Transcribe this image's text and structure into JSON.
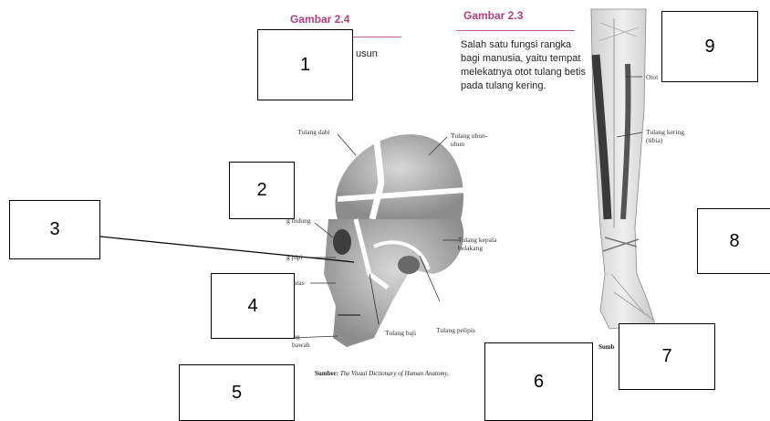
{
  "figure_left": {
    "title": "Gambar 2.4",
    "caption_fragment": "usun",
    "source_label": "Sumber:",
    "source_text": "The Visual Dictionary of Human Anatomy,",
    "labels": {
      "dahi": "Tulang dahi",
      "ubun1": "Tulang ubun-",
      "ubun2": "ubun",
      "hidung": "g hidung",
      "pipi": "g pipi",
      "atas": "atas",
      "bawah1": "ulang",
      "bawah2": "bawah",
      "baji": "Tulang baji",
      "pelipis": "Tulang pelipis",
      "belakang1": "Tulang kepala",
      "belakang2": "belakang"
    }
  },
  "figure_right": {
    "title": "Gambar 2.3",
    "caption": [
      "Salah satu fungsi rangka",
      "bagi manusia, yaitu tempat",
      "melekatnya otot tulang betis",
      "pada tulang kering."
    ],
    "labels": {
      "otot": "Otot",
      "kering1": "Tulang kering",
      "kering2": "(tibia)"
    },
    "source_fragment": "Sumb"
  },
  "boxes": {
    "b1": "1",
    "b2": "2",
    "b3": "3",
    "b4": "4",
    "b5": "5",
    "b6": "6",
    "b7": "7",
    "b8": "8",
    "b9": "9"
  }
}
